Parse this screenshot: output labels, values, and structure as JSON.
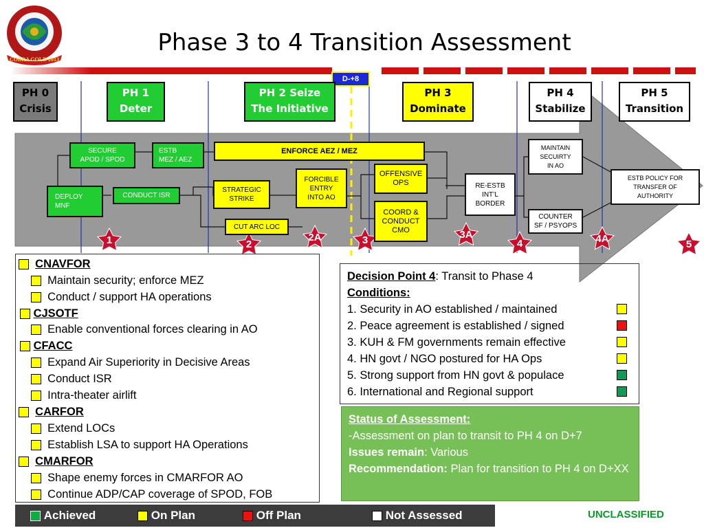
{
  "header": {
    "title": "Phase 3 to 4 Transition Assessment",
    "logo_text": "COBRA GOLD 2013",
    "marker": "D-+8"
  },
  "phases": [
    {
      "line1": "PH 0",
      "line2": "Crisis"
    },
    {
      "line1": "PH 1",
      "line2": "Deter"
    },
    {
      "line1": "PH 2 Seize",
      "line2": "The Initiative"
    },
    {
      "line1": "PH 3",
      "line2": "Dominate"
    },
    {
      "line1": "PH 4",
      "line2": "Stabilize"
    },
    {
      "line1": "PH 5",
      "line2": "Transition"
    }
  ],
  "process": {
    "secure": "SECURE\nAPOD / SPOD",
    "estb_mez": "ESTB\nMEZ / AEZ",
    "enforce": "ENFORCE AEZ / MEZ",
    "deploy": "DEPLOY\nMNF",
    "conduct_isr": "CONDUCT ISR",
    "strategic": "STRATEGIC\nSTRIKE",
    "forcible": "FORCIBLE\nENTRY\nINTO AO",
    "offensive": "OFFENSIVE\nOPS",
    "coord": "COORD &\nCONDUCT\nCMO",
    "cut_arc": "CUT ARC LOC",
    "re_estb": "RE-ESTB\nINT’L\nBORDER",
    "maintain": "MAINTAIN\nSECUIRTY\nIN AO",
    "counter": "COUNTER\nSF / PSYOPS",
    "estb_policy": "ESTB POLICY FOR\nTRANSFER OF\nAUTHORITY"
  },
  "decision_points": [
    "1",
    "2",
    "2A",
    "3",
    "3A",
    "4",
    "4A",
    "5"
  ],
  "tasks": {
    "cnavfor": "CNAVFOR",
    "cnavfor_items": [
      "Maintain security; enforce MEZ",
      "Conduct / support HA operations"
    ],
    "cjsotf": "CJSOTF",
    "cjsotf_items": [
      "Enable conventional forces clearing in AO"
    ],
    "cfacc": "CFACC",
    "cfacc_items": [
      "Expand Air Superiority in Decisive Areas",
      "Conduct ISR",
      "Intra-theater airlift"
    ],
    "carfor": "CARFOR",
    "carfor_items": [
      "Extend LOCs",
      "Establish LSA to support HA Operations"
    ],
    "cmarfor": "CMARFOR",
    "cmarfor_items": [
      "Shape enemy forces in CMARFOR AO",
      "Continue ADP/CAP coverage of SPOD, FOB"
    ]
  },
  "decision": {
    "heading": "Decision Point 4",
    "heading_rest": ": Transit to Phase 4",
    "conditions_label": "Conditions:",
    "conditions": [
      {
        "text": "1. Security in AO established / maintained",
        "status": "#ffff00"
      },
      {
        "text": "2. Peace agreement is established / signed",
        "status": "#ee1111"
      },
      {
        "text": "3. KUH & FM governments remain effective",
        "status": "#ffff00"
      },
      {
        "text": "4. HN govt / NGO postured for HA Ops",
        "status": "#ffff00"
      },
      {
        "text": "5. Strong support from HN govt & populace",
        "status": "#119955"
      },
      {
        "text": "6. International and Regional support",
        "status": "#119955"
      }
    ]
  },
  "status": {
    "heading": "Status of Assessment:",
    "line1": "-Assessment on plan to transit to PH 4 on D+7",
    "issues_label": "Issues remain",
    "issues_rest": ": Various",
    "rec_label": "Recommendation:",
    "rec_rest": " Plan for transition to PH  4 on D+XX"
  },
  "legend": {
    "achieved": "Achieved",
    "on_plan": "On Plan",
    "off_plan": "Off Plan",
    "not_assessed": "Not Assessed",
    "colors": {
      "achieved": "#11aa44",
      "on_plan": "#ffff00",
      "off_plan": "#ee1111",
      "not_assessed": "#ffffff"
    }
  },
  "classification": "UNCLASSIFIED"
}
